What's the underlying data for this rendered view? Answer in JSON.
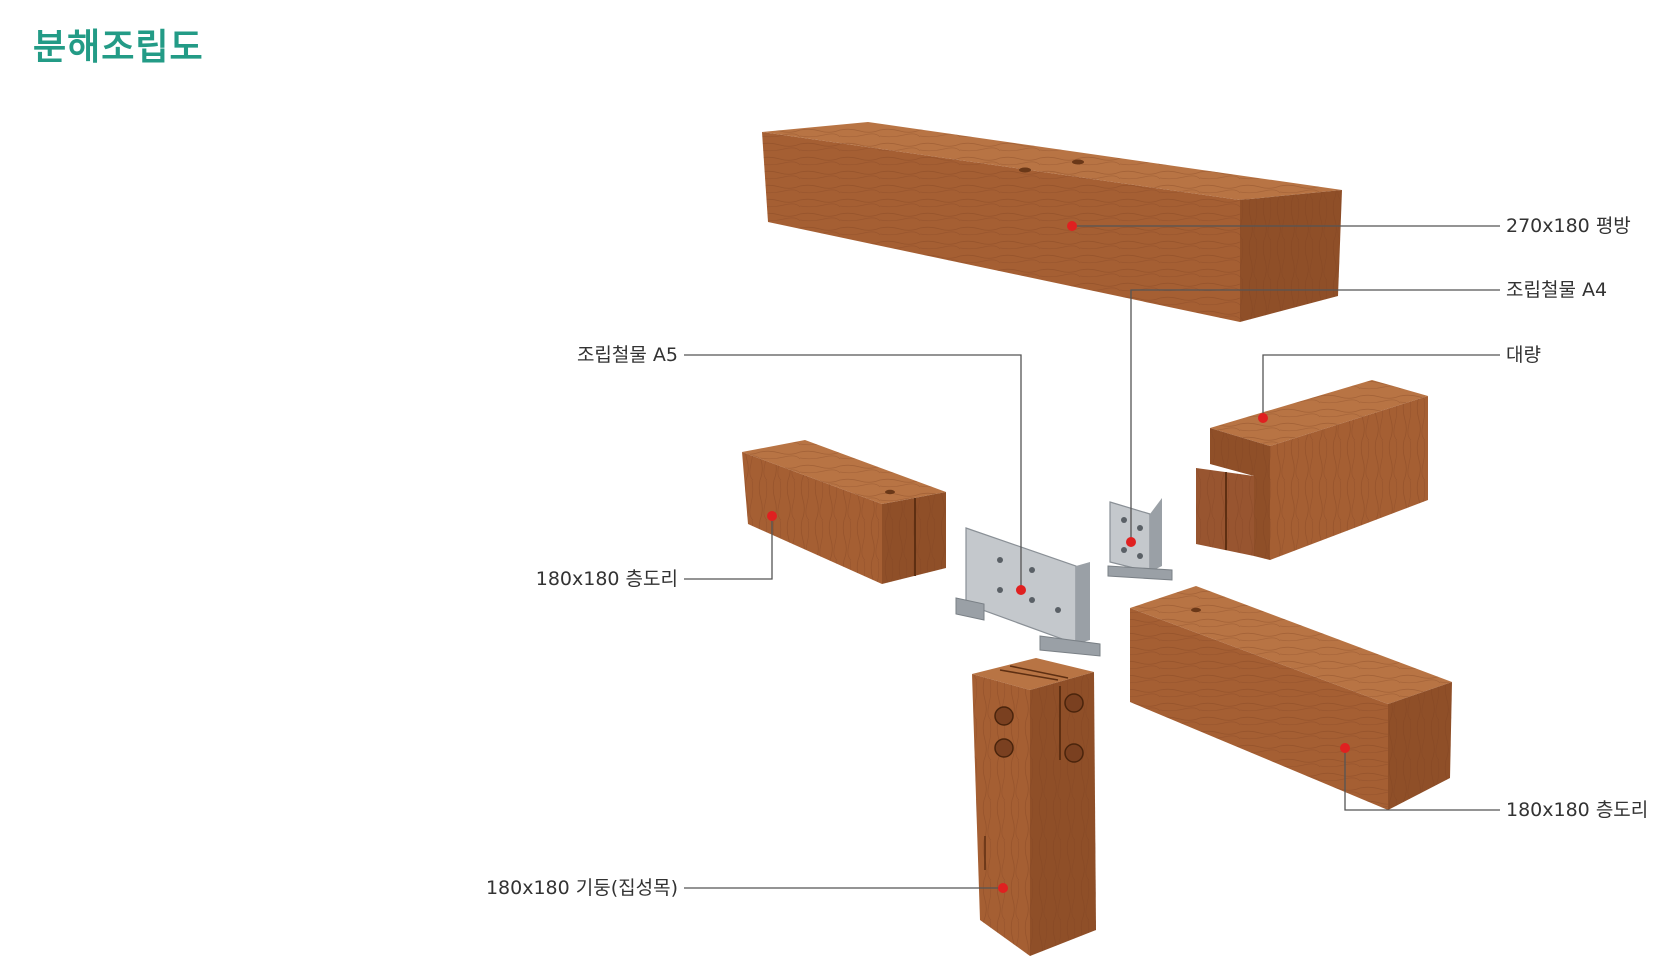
{
  "header": {
    "title": "분해조립도"
  },
  "colors": {
    "title": "#239b86",
    "wood_top": "#b06a3c",
    "wood_front": "#a55f33",
    "wood_side": "#8f4f28",
    "wood_grain": "#7a4020",
    "steel_face": "#c4c8cc",
    "steel_dark": "#9aa0a6",
    "marker": "#e02020",
    "leader": "#555555"
  },
  "labels": {
    "top_beam": "270x180 평방",
    "hardware_a4": "조립철물 A4",
    "hardware_a5": "조립철물 A5",
    "main_girder": "대량",
    "floor_beam_left": "180x180 층도리",
    "floor_beam_right": "180x180 층도리",
    "column": "180x180 기둥(집성목)"
  }
}
